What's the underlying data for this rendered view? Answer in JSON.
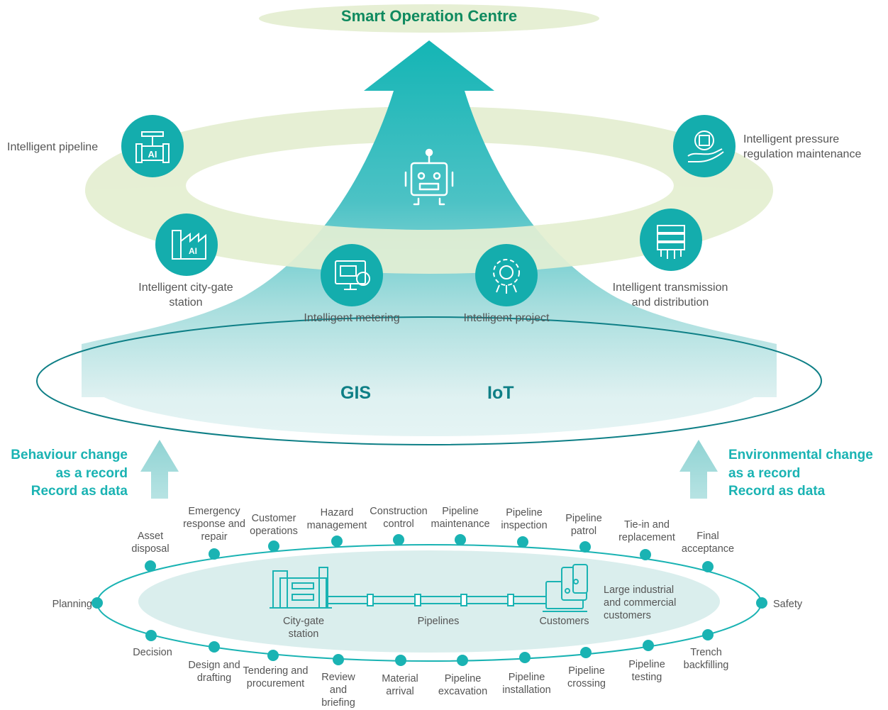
{
  "header": {
    "title": "Smart Operation Centre"
  },
  "intelligent": {
    "pipeline": "Intelligent pipeline",
    "pressure": "Intelligent pressure\nregulation maintenance",
    "city_gate": "Intelligent city-gate\nstation",
    "metering": "Intelligent metering",
    "project": "Intelligent project",
    "transmission": "Intelligent transmission\nand distribution"
  },
  "platform": {
    "gis": "GIS",
    "iot": "IoT"
  },
  "side": {
    "left": "Behaviour change\nas a record\nRecord as data",
    "right": "Environmental change\nas a record\nRecord as data"
  },
  "lifecycle": {
    "top": [
      "Asset\ndisposal",
      "Emergency\nresponse and\nrepair",
      "Customer\noperations",
      "Hazard\nmanagement",
      "Construction\ncontrol",
      "Pipeline\nmaintenance",
      "Pipeline\ninspection",
      "Pipeline\npatrol",
      "Tie-in and\nreplacement",
      "Final\nacceptance"
    ],
    "left": "Planning",
    "right": "Safety",
    "bottom": [
      "Decision",
      "Design and\ndrafting",
      "Tendering and\nprocurement",
      "Review\nand\nbriefing",
      "Material\narrival",
      "Pipeline\nexcavation",
      "Pipeline\ninstallation",
      "Pipeline\ncrossing",
      "Pipeline\ntesting",
      "Trench\nbackfilling"
    ]
  },
  "infrastructure": {
    "city_gate": "City-gate\nstation",
    "pipelines": "Pipelines",
    "customers": "Customers",
    "large_customers": "Large industrial\nand commercial\ncustomers"
  },
  "colors": {
    "teal": "#1ab3b3",
    "dark_teal": "#0e7f86",
    "title_green": "#0f8a5f",
    "ring_green": "#e6efd4",
    "pale_teal": "#daeeed"
  }
}
